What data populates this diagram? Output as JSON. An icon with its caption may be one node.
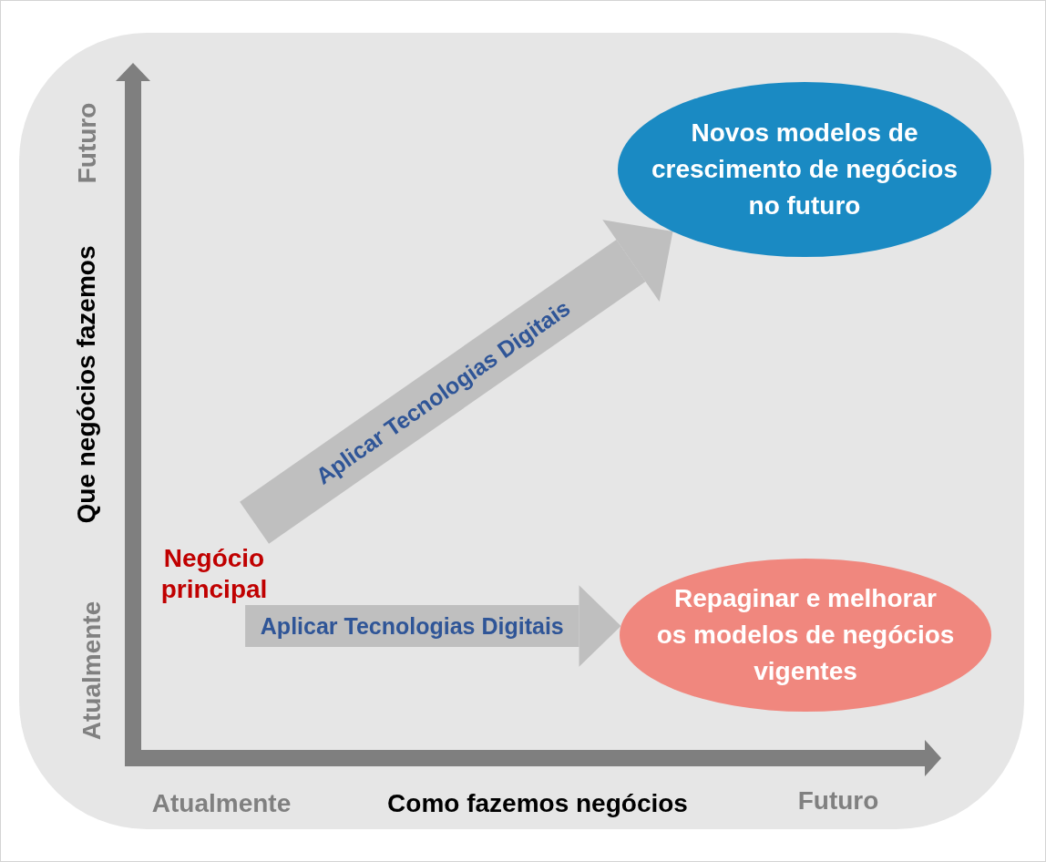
{
  "diagram": {
    "nodes": [
      {
        "text": [
          "Novos modelos de crescimento de negócios no futuro"
        ]
      },
      {
        "text": [
          "Negócio principal"
        ]
      },
      {
        "text": [
          "Repaginar e melhorar os modelos de negócios vigentes"
        ]
      }
    ],
    "edges": [
      {
        "from": 1,
        "to": 0,
        "arrow": "to",
        "label": "Aplicar Tecnologias Digitais"
      },
      {
        "from": 1,
        "to": 2,
        "arrow": "to",
        "label": "Aplicar Tecnologias Digitais"
      }
    ],
    "labels": [
      "Futuro",
      "Que negócios fazemos",
      "Atualmente",
      "Atualmente",
      "Como fazemos negócios",
      "Futuro"
    ]
  }
}
